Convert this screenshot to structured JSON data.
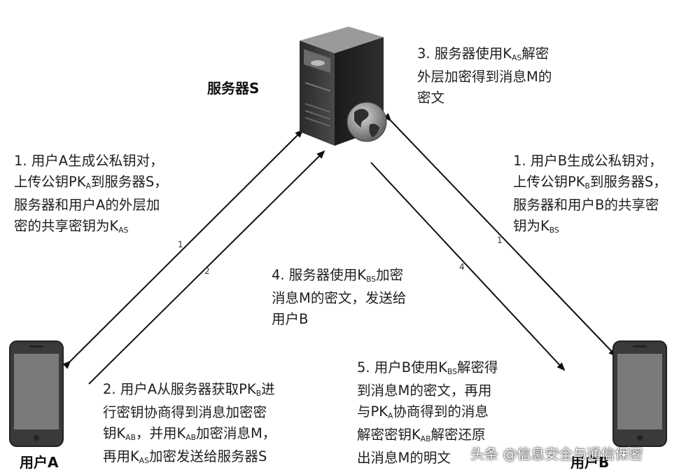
{
  "nodes": {
    "server_label": "服务器S",
    "user_a_label": "用户A",
    "user_b_label": "用户B"
  },
  "edge_numbers": {
    "a_up": "1",
    "a_down": "2",
    "b_up": "1",
    "b_down": "4"
  },
  "notes": {
    "n1a": [
      "1. 用户A生成公私钥对，",
      "上传公钥PK",
      "A",
      "到服务器S，",
      "服务器和用户A的外层加",
      "密的共享密钥为K",
      "AS"
    ],
    "n1b": [
      "1. 用户B生成公私钥对，",
      "上传公钥PK",
      "B",
      "到服务器S，",
      "服务器和用户B的共享密",
      "钥为K",
      "BS"
    ],
    "n2": [
      "2. 用户A从服务器获取PK",
      "B",
      "进",
      "行密钥协商得到消息加密密",
      "钥K",
      "AB",
      "，并用K",
      "AB",
      "加密消息M，",
      "再用K",
      "AS",
      "加密发送给服务器S"
    ],
    "n3": [
      "3. 服务器使用K",
      "AS",
      "解密",
      "外层加密得到消息M的",
      "密文"
    ],
    "n4": [
      "4. 服务器使用K",
      "BS",
      "加密",
      "消息M的密文，发送给",
      "用户B"
    ],
    "n5": [
      "5. 用户B使用K",
      "BS",
      "解密得",
      "到消息M的密文，再用",
      "与PK",
      "A",
      "协商得到的消息",
      "解密密钥K",
      "AB",
      "解密还原",
      "出消息M的明文"
    ]
  },
  "watermark": "头条 @信息安全与通信保密"
}
